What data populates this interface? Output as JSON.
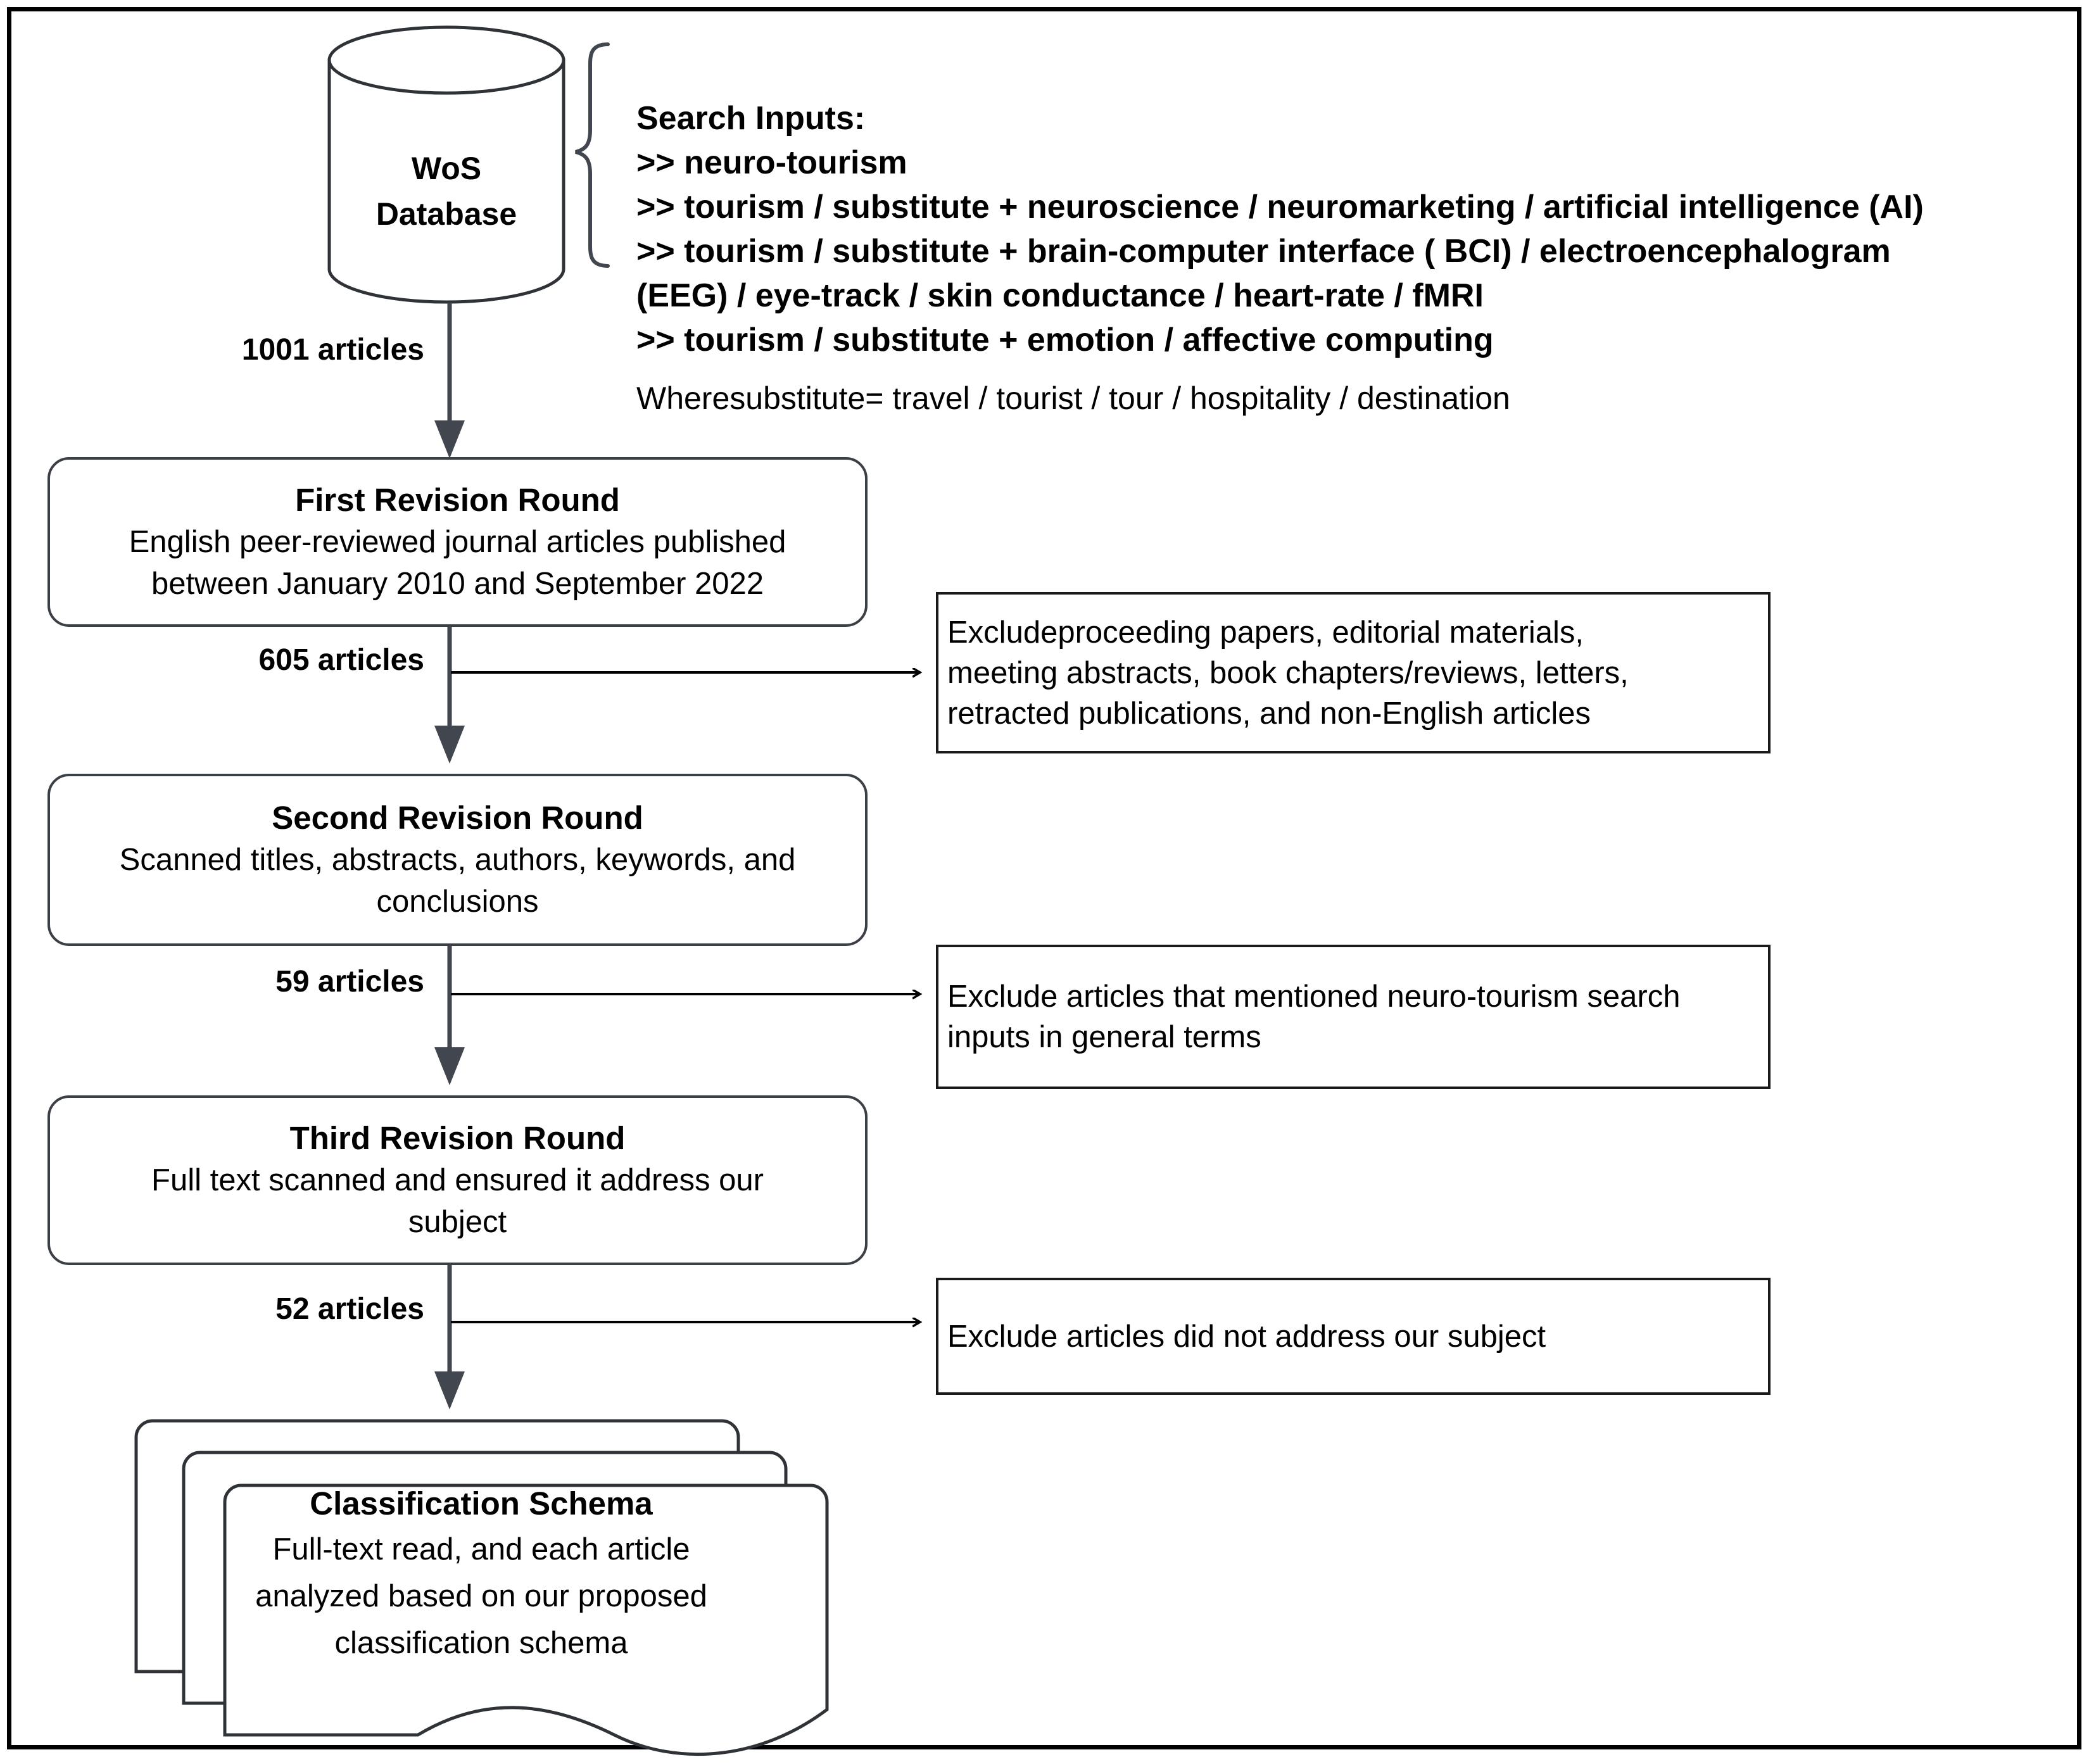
{
  "diagram": {
    "type": "flowchart",
    "title": "Article selection / PRISMA-style screening flow",
    "source": {
      "shape": "cylinder",
      "label_line1": "WoS",
      "label_line2": "Database"
    },
    "search_inputs": {
      "heading": "Search Inputs:",
      "lines": [
        ">> neuro-tourism",
        ">> tourism / substitute + neuroscience / neuromarketing / artificial intelligence (AI)",
        ">> tourism / substitute + brain-computer interface ( BCI) / electroencephalogram",
        "(EEG) / eye-track / skin conductance / heart-rate / fMRI",
        ">> tourism / substitute + emotion / affective computing"
      ],
      "note": "Wheresubstitute= travel / tourist / tour / hospitality / destination"
    },
    "counts": {
      "from_database": "1001 articles",
      "after_first_round": "605 articles",
      "after_second_round": "59 articles",
      "after_third_round": "52 articles"
    },
    "stages": [
      {
        "title": "First Revision Round",
        "body_line1": "English peer-reviewed journal articles published",
        "body_line2": "between January 2010 and September 2022"
      },
      {
        "title": "Second Revision Round",
        "body_line1": "Scanned titles, abstracts, authors, keywords, and",
        "body_line2": "conclusions"
      },
      {
        "title": "Third Revision Round",
        "body_line1": "Full text scanned and ensured it address our",
        "body_line2": "subject"
      }
    ],
    "exclusions": [
      {
        "line1": "Excludeproceeding papers, editorial materials,",
        "line2": "meeting abstracts, book chapters/reviews, letters,",
        "line3": "retracted publications, and non-English articles"
      },
      {
        "line1": "Exclude articles that mentioned neuro-tourism search",
        "line2": "inputs in general terms",
        "line3": ""
      },
      {
        "line1": "Exclude articles did not address our subject",
        "line2": "",
        "line3": ""
      }
    ],
    "output": {
      "shape": "multi-document",
      "title": "Classification Schema",
      "body_line1": "Full-text read, and each article",
      "body_line2": "analyzed based on our proposed",
      "body_line3": "classification schema"
    },
    "colors": {
      "border": "#000000",
      "box_stroke": "#3b3f46",
      "rect_stroke": "#1a1a1a",
      "arrow": "#42474f",
      "text": "#000000",
      "background": "#ffffff"
    }
  }
}
